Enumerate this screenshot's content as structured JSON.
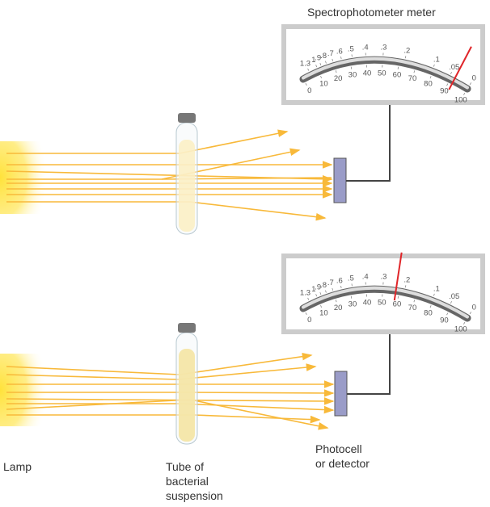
{
  "labels": {
    "meter_title": "Spectrophotometer meter",
    "lamp": "Lamp",
    "tube_line1": "Tube of",
    "tube_line2": "bacterial",
    "tube_line3": "suspension",
    "detector_line1": "Photocell",
    "detector_line2": "or detector"
  },
  "meter": {
    "transmittance_labels": [
      "0",
      "10",
      "20",
      "30",
      "40",
      "50",
      "60",
      "70",
      "80",
      "90",
      "100"
    ],
    "absorbance_labels": [
      "1.3",
      "1",
      ".9",
      ".8",
      ".7",
      ".6",
      ".5",
      ".4",
      ".3",
      ".2",
      ".1",
      ".05",
      "0"
    ],
    "needle_color": "#e0262a"
  },
  "readings": {
    "top_percent_transmittance": 92,
    "bottom_percent_transmittance": 58
  },
  "colors": {
    "light": "#f8b93a",
    "detector": "#9a9cc8"
  }
}
